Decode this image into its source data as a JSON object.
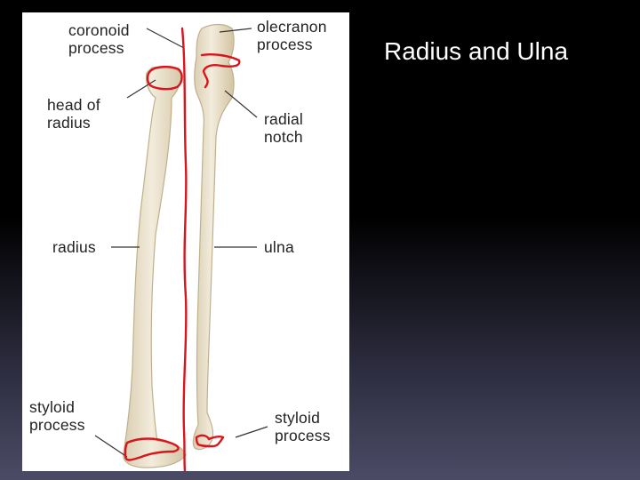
{
  "slide": {
    "title": "Radius and Ulna"
  },
  "diagram": {
    "labels": {
      "coronoid_process": "coronoid\nprocess",
      "olecranon_process": "olecranon\nprocess",
      "head_of_radius": "head of\nradius",
      "radial_notch": "radial\nnotch",
      "radius": "radius",
      "ulna": "ulna",
      "radius_styloid_process": "styloid\nprocess",
      "ulna_styloid_process": "styloid\nprocess"
    },
    "colors": {
      "bone_fill": "#ece3cf",
      "bone_shade": "#d6c9ab",
      "annotation": "#d8141c",
      "leader": "#333333"
    }
  }
}
